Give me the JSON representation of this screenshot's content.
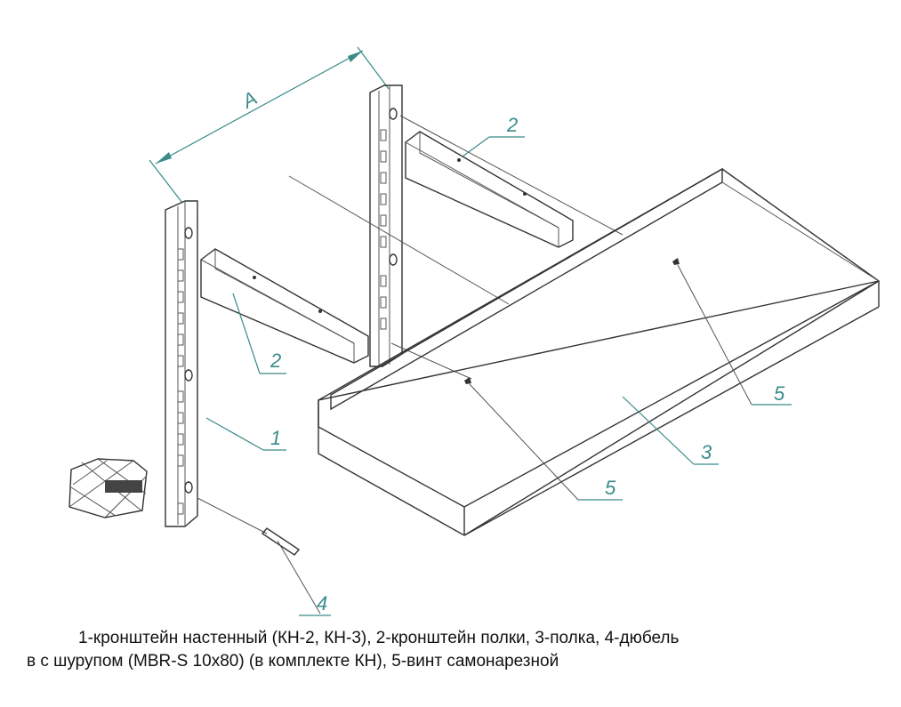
{
  "diagram": {
    "dimension_label": "A",
    "callouts": {
      "wall_bracket": "1",
      "shelf_bracket_top": "2",
      "shelf_bracket_left": "2",
      "shelf": "3",
      "dowel": "4",
      "screw_right": "5",
      "screw_center": "5"
    }
  },
  "caption": {
    "line1": "1-кронштейн настенный (КН-2, КН-3), 2-кронштейн полки, 3-полка, 4-дюбель",
    "line2": "в с шурупом (MBR-S 10x80) (в комплекте КН), 5-винт самонарезной"
  }
}
